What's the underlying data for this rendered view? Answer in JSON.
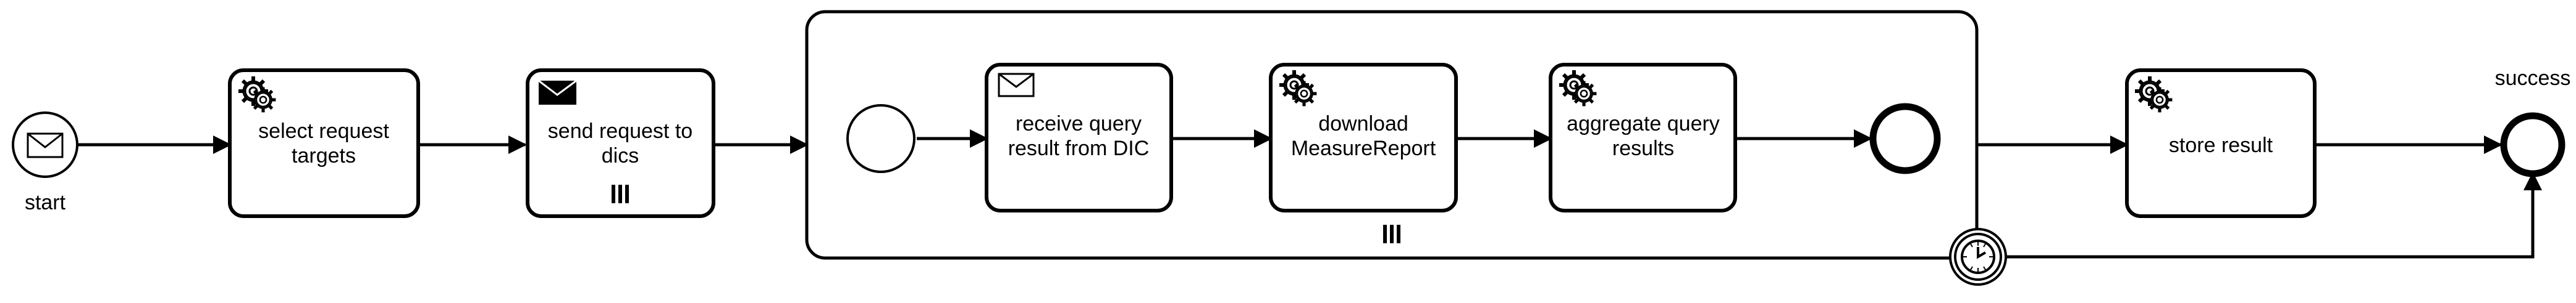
{
  "diagram": {
    "events": {
      "start": {
        "label": "start",
        "icon": "envelope-icon"
      },
      "success": {
        "label": "success"
      },
      "subprocess_start": {},
      "subprocess_end": {},
      "timer_boundary": {
        "icon": "clock-icon"
      }
    },
    "tasks": {
      "select_targets": {
        "line1": "select request",
        "line2": "targets",
        "icon": "gear-icon"
      },
      "send_request": {
        "line1": "send request to",
        "line2": "dics",
        "icon": "envelope-filled-icon",
        "marker": "parallel-multi-instance-icon"
      },
      "receive_result": {
        "line1": "receive query",
        "line2": "result from DIC",
        "icon": "envelope-icon"
      },
      "download_report": {
        "line1": "download",
        "line2": "MeasureReport",
        "icon": "gear-icon"
      },
      "aggregate_results": {
        "line1": "aggregate query",
        "line2": "results",
        "icon": "gear-icon"
      },
      "store_result": {
        "line1": "store result",
        "icon": "gear-icon"
      }
    },
    "subprocess": {
      "marker": "parallel-multi-instance-icon"
    }
  }
}
